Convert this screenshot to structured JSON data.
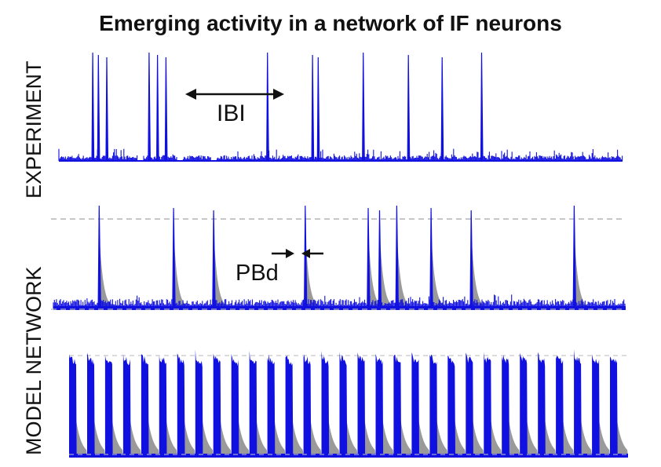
{
  "title": "Emerging activity in a network of IF neurons",
  "labels": {
    "experiment": "EXPERIMENT",
    "model_network": "MODEL NETWORK",
    "ibi": "IBI",
    "pbd": "PBd"
  },
  "colors": {
    "trace": "#1010e0",
    "decay": "#9a9a9a",
    "dashed_line": "#b4b4b4",
    "text": "#111111"
  },
  "panels": {
    "experiment": {
      "kind": "raster",
      "burst_times": [
        0.06,
        0.07,
        0.085,
        0.16,
        0.175,
        0.19,
        0.37,
        0.45,
        0.46,
        0.54,
        0.62,
        0.68,
        0.75
      ],
      "quiet_gaps": [
        [
          0.14,
          0.15
        ],
        [
          0.21,
          0.22
        ],
        [
          0.27,
          0.28
        ]
      ]
    },
    "model_network": {
      "kind": "population_rate",
      "burst_times": [
        0.08,
        0.21,
        0.28,
        0.44,
        0.55,
        0.57,
        0.6,
        0.66,
        0.73,
        0.91
      ]
    },
    "model_network_high": {
      "kind": "population_rate",
      "burst_count": 31
    }
  }
}
